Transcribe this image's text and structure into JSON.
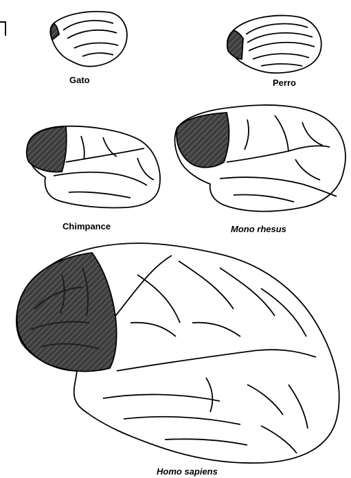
{
  "labels": {
    "gato": "Gato",
    "perro": "Perro",
    "chimpance": "Chimpance",
    "mono_rhesus": "Mono rhesus",
    "homo_sapiens": "Homo sapiens"
  },
  "colors": {
    "outline": "#000000",
    "prefrontal_fill": "#3d3d3d",
    "hatch": "#8a8a8a",
    "background": "#ffffff"
  }
}
